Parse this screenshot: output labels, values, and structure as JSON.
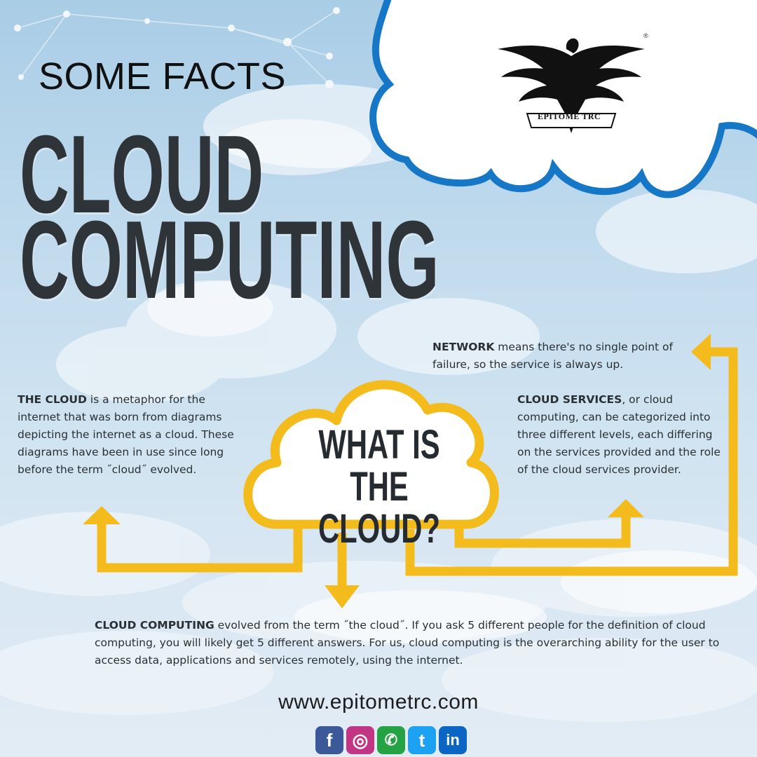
{
  "header": {
    "label": "SOME FACTS",
    "title_line1": "CLOUD",
    "title_line2": "COMPUTING"
  },
  "logo": {
    "text": "EPITOME TRC",
    "registered": "®"
  },
  "center": {
    "line1": "WHAT IS",
    "line2": "THE CLOUD?"
  },
  "facts": {
    "the_cloud": {
      "term": "THE CLOUD",
      "text": " is a metaphor for the internet that was born from diagrams depicting the internet as a cloud. These diagrams have been in use since long before the term ˝cloud˝ evolved."
    },
    "network": {
      "term": "NETWORK",
      "text": " means there's no single point of failure, so the service is always up."
    },
    "cloud_services": {
      "term": "CLOUD SERVICES",
      "text": ", or cloud computing, can be categorized into three different levels, each differing on the services provided and the role of the cloud services provider."
    },
    "cloud_computing": {
      "term": "CLOUD COMPUTING",
      "text": " evolved from the term ˝the cloud˝. If you ask 5 different people for the definition of cloud computing, you will likely get 5 different answers. For us, cloud computing is the overarching ability for the user to access data, applications and services remotely, using the internet."
    }
  },
  "footer": {
    "url": "www.epitometrc.com",
    "socials": [
      {
        "icon": "facebook-icon",
        "glyph": "f",
        "color": "#3b5998"
      },
      {
        "icon": "instagram-icon",
        "glyph": "◎",
        "color": "#c13584"
      },
      {
        "icon": "whatsapp-icon",
        "glyph": "✆",
        "color": "#25a244"
      },
      {
        "icon": "twitter-icon",
        "glyph": "t",
        "color": "#1da1f2"
      },
      {
        "icon": "linkedin-icon",
        "glyph": "in",
        "color": "#0a66c2"
      }
    ]
  },
  "colors": {
    "accent_yellow": "#f4bb1c",
    "cloud_border_blue": "#1677c7",
    "title_dark": "#2f3438"
  }
}
